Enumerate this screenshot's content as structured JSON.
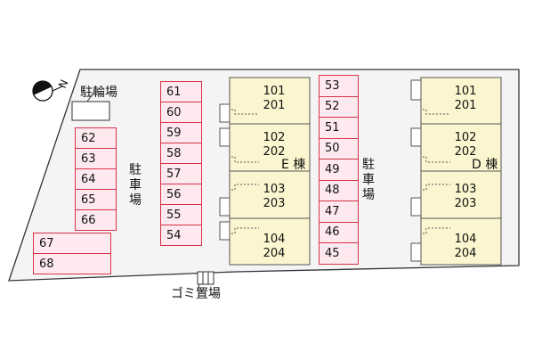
{
  "labels": {
    "bicycle_parking": "駐輪場",
    "parking_left": "駐車場",
    "parking_right": "駐車場",
    "garbage": "ゴミ置場",
    "building_e": "E 棟",
    "building_d": "D 棟",
    "compass_letter": "N"
  },
  "parking_left_col": [
    "62",
    "63",
    "64",
    "65",
    "66"
  ],
  "parking_left_wide": [
    "67",
    "68"
  ],
  "parking_mid_col": [
    "61",
    "60",
    "59",
    "58",
    "57",
    "56",
    "55",
    "54"
  ],
  "parking_right_col": [
    "53",
    "52",
    "51",
    "50",
    "49",
    "48",
    "47",
    "46",
    "45"
  ],
  "building_e_units": [
    {
      "top": "101",
      "bottom": "201"
    },
    {
      "top": "102",
      "bottom": "202"
    },
    {
      "top": "103",
      "bottom": "203"
    },
    {
      "top": "104",
      "bottom": "204"
    }
  ],
  "building_d_units": [
    {
      "top": "101",
      "bottom": "201"
    },
    {
      "top": "102",
      "bottom": "202"
    },
    {
      "top": "103",
      "bottom": "203"
    },
    {
      "top": "104",
      "bottom": "204"
    }
  ],
  "colors": {
    "parking_fill": "#fde9ee",
    "parking_border": "#d8334a",
    "building_fill": "#fbf6cf",
    "site_border": "#333333"
  }
}
